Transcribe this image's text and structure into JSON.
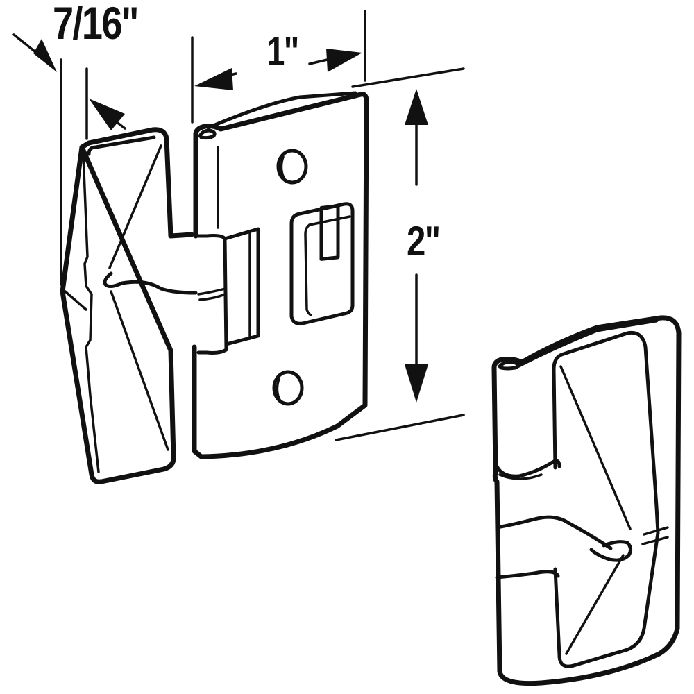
{
  "diagram": {
    "subject": "hinged latch assembly with separate mating hinge half",
    "line_color": "#111111",
    "background": "#ffffff",
    "dimensions": {
      "thickness": {
        "label": "7/16\""
      },
      "width": {
        "label": "1\""
      },
      "height": {
        "label": "2\""
      }
    },
    "parts": [
      {
        "name": "assembled-hinge-latch",
        "features": [
          "latch-leaf",
          "knuckle",
          "mounting-plate",
          "two-screw-holes",
          "rectangular-slot"
        ]
      },
      {
        "name": "mating-hinge-half",
        "features": [
          "knuckle",
          "latch-leaf"
        ]
      }
    ]
  }
}
